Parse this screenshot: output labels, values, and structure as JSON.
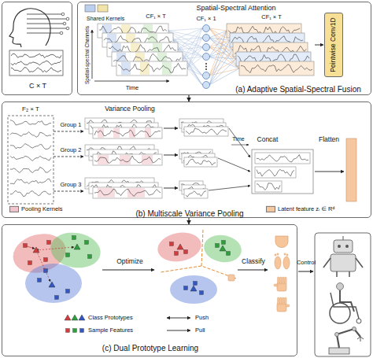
{
  "diagram": {
    "nodes": [
      {
        "text": [
          "C × T"
        ]
      },
      {
        "text": [
          "(a) Adaptive Spatial-Spectral Fusion"
        ]
      },
      {
        "text": [
          "Pointwise Conv1D"
        ],
        "in": 1
      },
      {
        "text": [
          "(b) Multiscale Variance Pooling"
        ]
      },
      {
        "text": [
          "(c) Dual Prototype Learning"
        ]
      }
    ],
    "edges": [
      {
        "from": 1,
        "to": 3,
        "arrow": "to"
      },
      {
        "from": 3,
        "to": 4,
        "arrow": "to"
      }
    ],
    "labels": [
      "Spatial-Spectral Attention",
      "CF₁ × T",
      "Spatial-spectral Channels",
      "Time",
      "CF₁ × 1",
      "CF₁ × T",
      "F₂ × T",
      "Group 1",
      "Group 2",
      "Group 3",
      "Variance Pooling",
      "Time",
      "Concat",
      "Flatten",
      "Optimize",
      "Classify",
      "Control"
    ],
    "legend": [
      {
        "text": "Shared Kernels"
      },
      {
        "text": "Pooling Kernels",
        "color": "#f2c4cc"
      },
      {
        "text": "Latent feature zᵢ ∈ Rᵈ",
        "color": "#f5c8a0"
      },
      {
        "text": "Class Prototypes"
      },
      {
        "text": "Sample Features"
      },
      {
        "text": "Push"
      },
      {
        "text": "Pull"
      }
    ]
  }
}
